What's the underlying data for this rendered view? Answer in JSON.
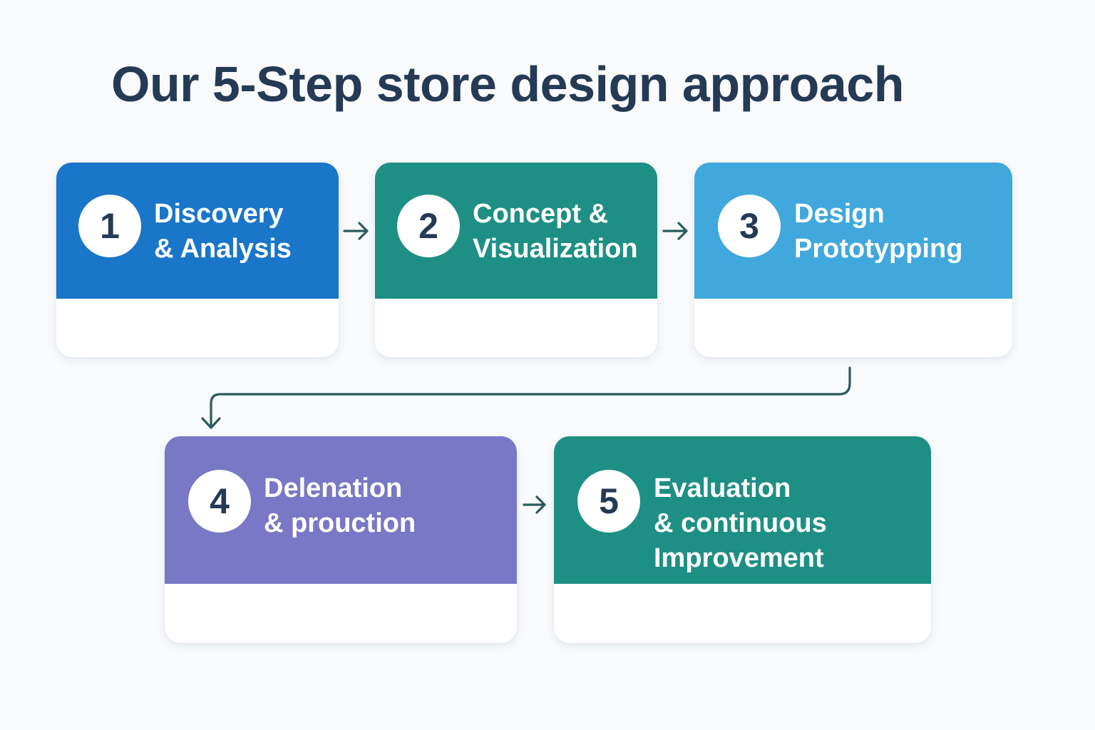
{
  "title": "Our 5-Step store design approach",
  "colors": {
    "background": "#f8fafc",
    "title_text": "#243a55",
    "badge_text": "#243a55",
    "arrow": "#2a5a5c",
    "card_body": "#ffffff"
  },
  "steps": [
    {
      "number": "1",
      "lines": [
        "Discovery",
        "& Analysis"
      ],
      "color": "#1976c8"
    },
    {
      "number": "2",
      "lines": [
        "Concept &",
        "Visualization"
      ],
      "color": "#1e8f84"
    },
    {
      "number": "3",
      "lines": [
        "Design",
        "Prototypping"
      ],
      "color": "#40a8dc"
    },
    {
      "number": "4",
      "lines": [
        "Delenation",
        "& prouction"
      ],
      "color": "#7878c6"
    },
    {
      "number": "5",
      "lines": [
        "Evaluation",
        "& continuous",
        "Improvement"
      ],
      "color": "#1e8f84"
    }
  ],
  "connectors": [
    {
      "from": "1",
      "to": "2",
      "icon": "arrow-right-icon"
    },
    {
      "from": "2",
      "to": "3",
      "icon": "arrow-right-icon"
    },
    {
      "from": "3",
      "to": "4",
      "icon": "elbow-arrow-down-icon"
    },
    {
      "from": "4",
      "to": "5",
      "icon": "arrow-right-icon"
    }
  ]
}
